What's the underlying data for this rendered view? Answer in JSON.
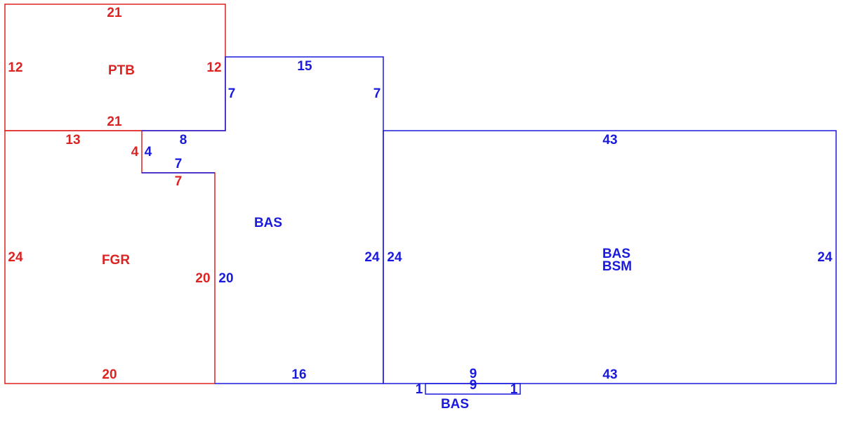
{
  "colors": {
    "red": "#dd2222",
    "blue": "#1a1adc"
  },
  "areas": {
    "ptb": "PTB",
    "fgr": "FGR",
    "bas_main": "BAS",
    "bas_right": "BAS",
    "bsm_right": "BSM",
    "bas_bottom": "BAS"
  },
  "dimensions": {
    "ptb_top": "21",
    "ptb_left": "12",
    "ptb_right": "12",
    "ptb_bottom": "21",
    "fgr_top": "13",
    "fgr_notch_vertical": "4",
    "fgr_notch_horizontal": "7",
    "fgr_left": "24",
    "fgr_right": "20",
    "fgr_bottom": "20",
    "bas_top": "15",
    "bas_left_upper": "7",
    "bas_right_upper": "7",
    "bas_step": "8",
    "bas_notch_vertical": "4",
    "bas_notch_horizontal": "7",
    "bas_left_lower": "20",
    "bas_right_lower": "24",
    "bas_bottom": "16",
    "right_top": "43",
    "right_left": "24",
    "right_right": "24",
    "right_bottom": "43",
    "small_top": "9",
    "small_bottom": "9",
    "small_left": "1",
    "small_right": "1"
  }
}
